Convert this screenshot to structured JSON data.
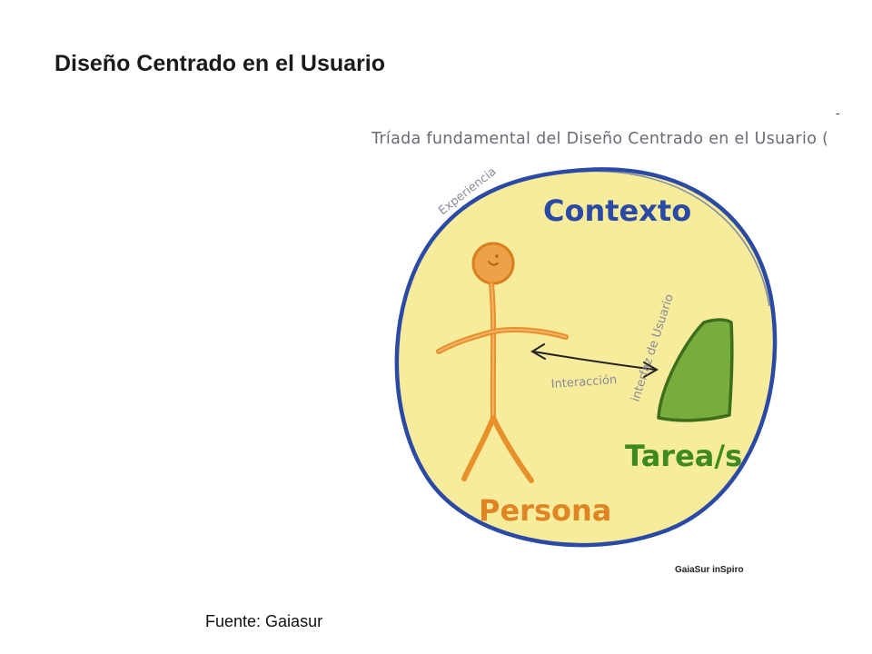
{
  "slide": {
    "title": "Diseño Centrado en el Usuario",
    "source": "Fuente: Gaiasur",
    "corner_mark": "-"
  },
  "diagram": {
    "heading": "Tríada fundamental del Diseño Centrado en el Usuario (DCU)",
    "labels": {
      "experiencia": "Experiencia",
      "contexto": "Contexto",
      "interfaz": "interfaz de Usuario",
      "interaccion": "Interacción",
      "tareas": "Tarea/s",
      "persona": "Persona",
      "credit": "GaiaSur inSpiro"
    },
    "colors": {
      "context_fill": "#f7eb9c",
      "context_stroke": "#2a4aa6",
      "person": "#e8902a",
      "task_fill": "#78ad3e",
      "task_stroke": "#3d6e1c",
      "tareas_text": "#3d8a1e",
      "contexto_text": "#2a4aa6",
      "persona_text": "#e08524",
      "annotation_text": "#8a8a96"
    }
  }
}
